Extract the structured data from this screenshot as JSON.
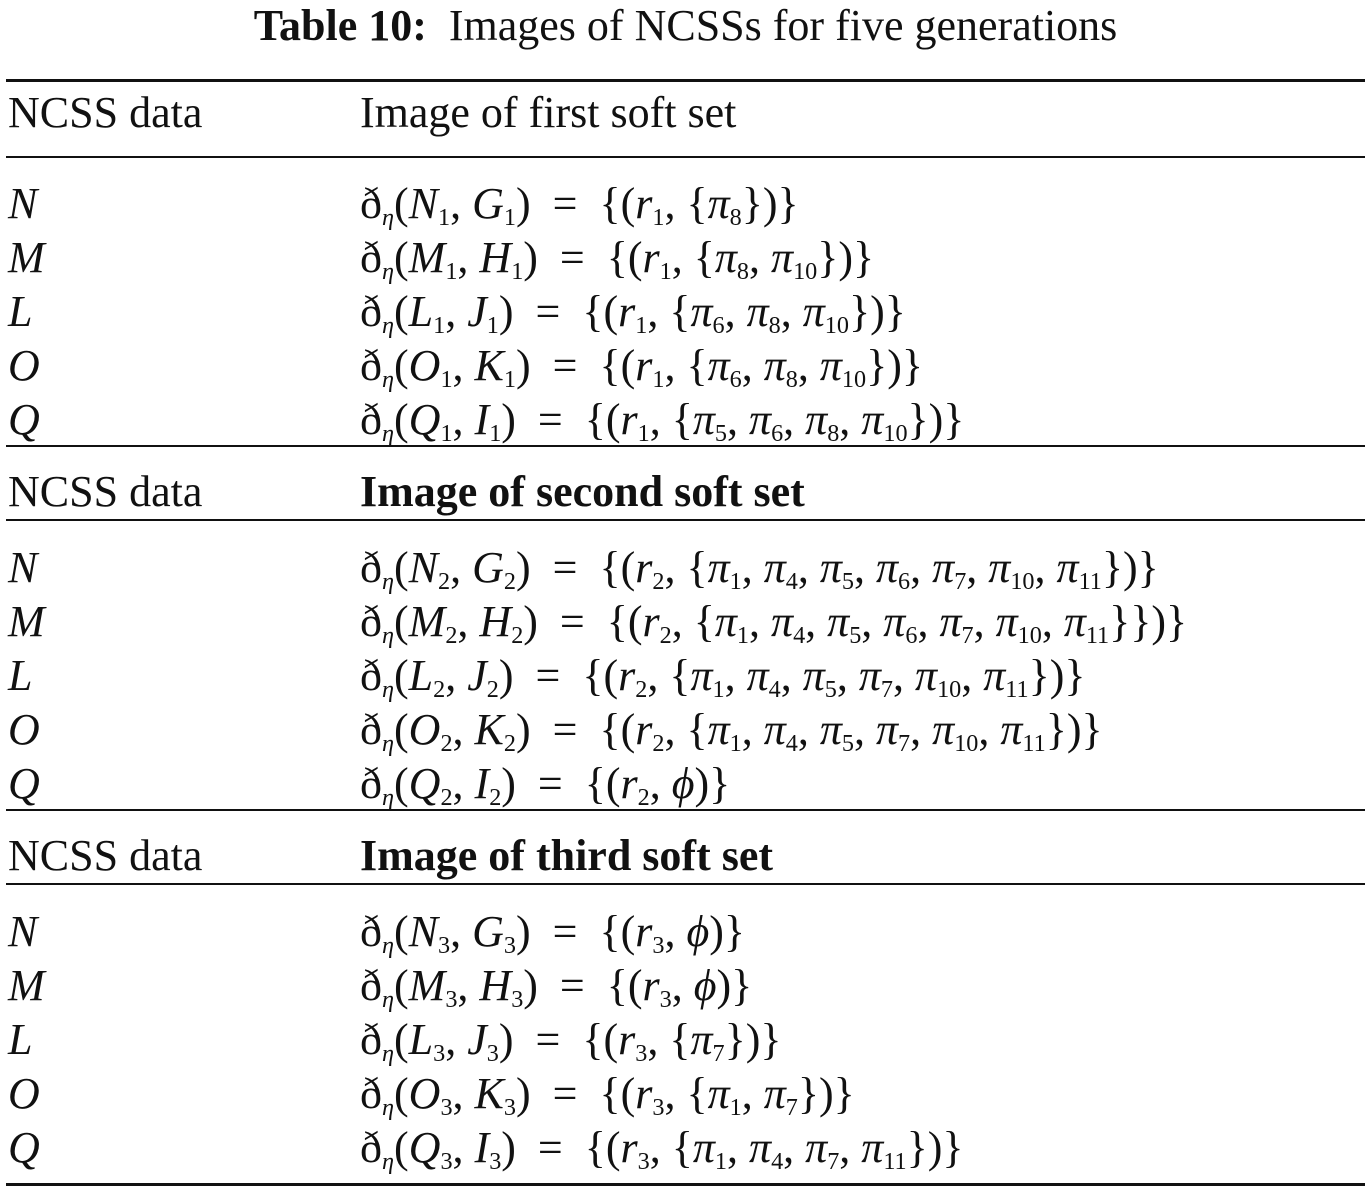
{
  "caption": {
    "label": "Table 10:",
    "text": "Images of NCSSs for five generations"
  },
  "sections": [
    {
      "header_left": "NCSS data",
      "header_right": "Image of first soft set",
      "header_right_bold": false,
      "rows": [
        {
          "name": "N",
          "expr": "ð_η(N_1, G_1) = {(r_1, {π_8})}"
        },
        {
          "name": "M",
          "expr": "ð_η(M_1, H_1) = {(r_1, {π_8, π_10})}"
        },
        {
          "name": "L",
          "expr": "ð_η(L_1, J_1) = {(r_1, {π_6, π_8, π_10})}"
        },
        {
          "name": "O",
          "expr": "ð_η(O_1, K_1) = {(r_1, {π_6, π_8, π_10})}"
        },
        {
          "name": "Q",
          "expr": "ð_η(Q_1, I_1) = {(r_1, {π_5, π_6, π_8, π_10})}"
        }
      ]
    },
    {
      "header_left": "NCSS data",
      "header_right": "Image of second soft set",
      "header_right_bold": true,
      "rows": [
        {
          "name": "N",
          "expr": "ð_η(N_2, G_2) = {(r_2, {π_1, π_4, π_5, π_6, π_7, π_10, π_11})}"
        },
        {
          "name": "M",
          "expr": "ð_η(M_2, H_2) = {(r_2, {π_1, π_4, π_5, π_6, π_7, π_10, π_11}})}"
        },
        {
          "name": "L",
          "expr": "ð_η(L_2, J_2) = {(r_2, {π_1, π_4, π_5, π_7, π_10, π_11})}"
        },
        {
          "name": "O",
          "expr": "ð_η(O_2, K_2) = {(r_2, {π_1, π_4, π_5, π_7, π_10, π_11})}"
        },
        {
          "name": "Q",
          "expr": "ð_η(Q_2, I_2) = {(r_2, ϕ)}"
        }
      ]
    },
    {
      "header_left": "NCSS data",
      "header_right": "Image of third soft set",
      "header_right_bold": true,
      "rows": [
        {
          "name": "N",
          "expr": "ð_η(N_3, G_3) = {(r_3, ϕ)}"
        },
        {
          "name": "M",
          "expr": "ð_η(M_3, H_3) = {(r_3, ϕ)}"
        },
        {
          "name": "L",
          "expr": "ð_η(L_3, J_3) = {(r_3, {π_7})}"
        },
        {
          "name": "O",
          "expr": "ð_η(O_3, K_3) = {(r_3, {π_1, π_7})}"
        },
        {
          "name": "Q",
          "expr": "ð_η(Q_3, I_3) = {(r_3, {π_1, π_4, π_7, π_11})}"
        }
      ]
    }
  ]
}
